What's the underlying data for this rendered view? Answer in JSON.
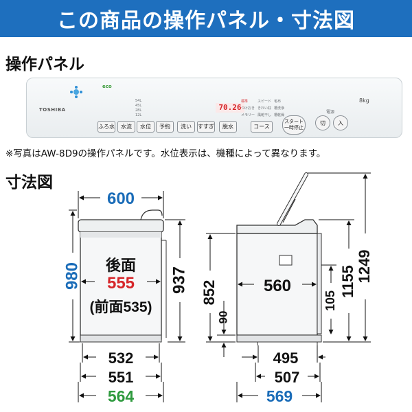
{
  "banner": {
    "title": "この商品の操作パネル・寸法図",
    "color": "#1e6fbe"
  },
  "panel_section": {
    "heading": "操作パネル"
  },
  "panel": {
    "brand": "TOSHIBA",
    "eco_mark": "eco",
    "display": "70.26",
    "capacity": "8kg",
    "buttons": [
      "ふろ水",
      "水流",
      "水位",
      "予約",
      "洗い",
      "すすぎ",
      "脱水",
      "コース",
      "スタート 一時停止",
      "切",
      "入"
    ],
    "course_labels": [
      "標準",
      "スピード",
      "毛布",
      "つけおき",
      "きれい好",
      "槽洗浄",
      "メモリー",
      "風乾干し",
      "槽乾燥"
    ],
    "water_levels": [
      "54L",
      "45L",
      "28L",
      "12L"
    ],
    "power_label": "電源"
  },
  "note": "※写真はAW-8D9の操作パネルです。水位表示は、機種によって異なります。",
  "dimension_section": {
    "heading": "寸法図"
  },
  "front_view": {
    "width_top": "600",
    "height_total": "980",
    "height_body": "937",
    "back_label": "後面",
    "back_value": "555",
    "front_note": "(前面535)",
    "bottom_inner": "532",
    "bottom_mid": "551",
    "bottom_outer": "564"
  },
  "side_view": {
    "depth_inner": "560",
    "height_body": "852",
    "base_height": "90",
    "lid_gap": "105",
    "height_lid": "1155",
    "height_open": "1249",
    "bottom_inner": "495",
    "bottom_mid": "507",
    "bottom_outer": "569"
  },
  "colors": {
    "blue": "#1a6cb8",
    "red": "#d6262a",
    "green": "#2e9a3e",
    "black": "#111111"
  }
}
